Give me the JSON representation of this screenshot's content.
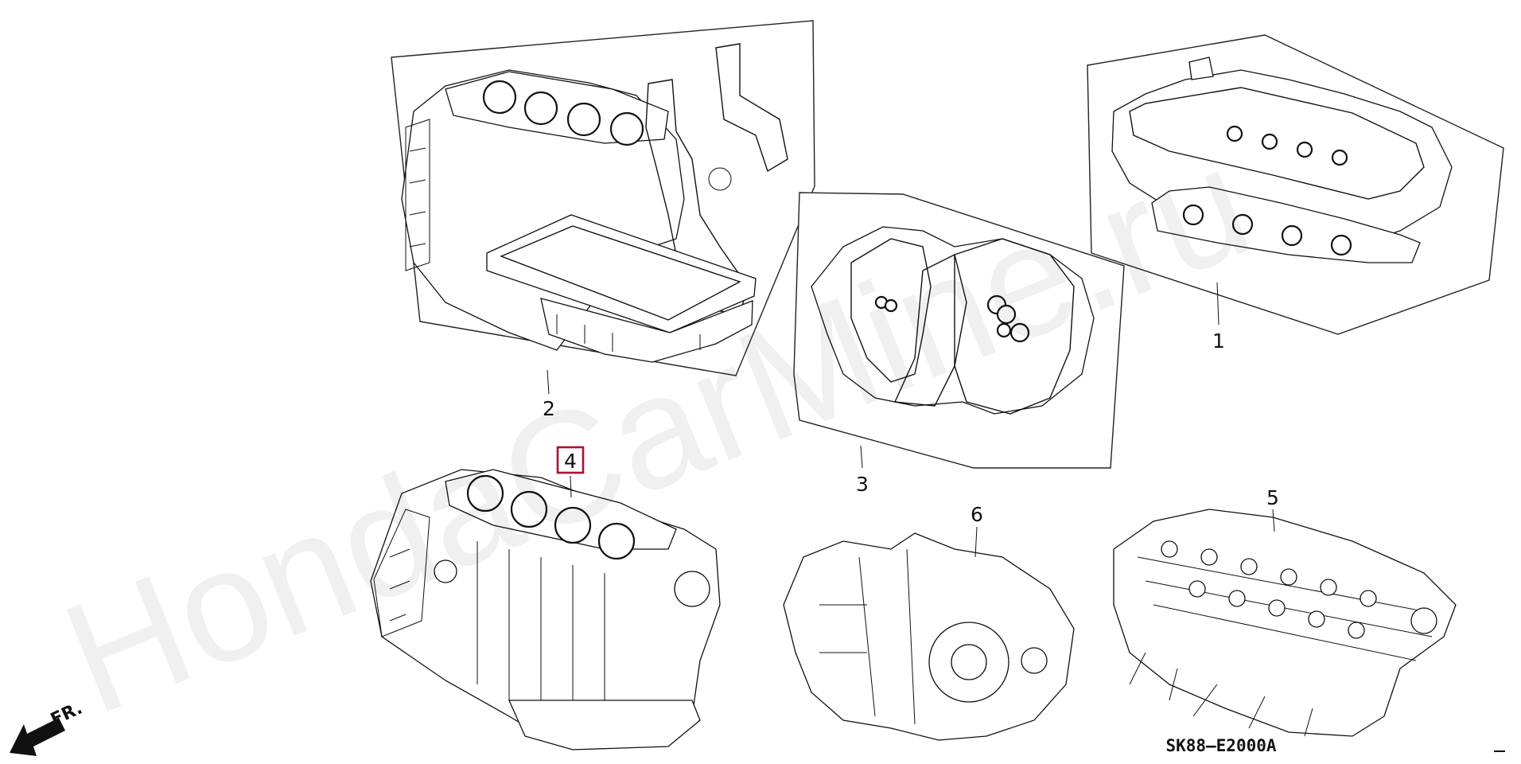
{
  "diagram": {
    "reference_code": "SK88–E2000A",
    "direction_label": "FR.",
    "watermark": "HondaCarMine.ru",
    "highlight_color": "#b01030",
    "callouts": [
      {
        "id": "1",
        "label": "1",
        "highlighted": false
      },
      {
        "id": "2",
        "label": "2",
        "highlighted": false
      },
      {
        "id": "3",
        "label": "3",
        "highlighted": false
      },
      {
        "id": "4",
        "label": "4",
        "highlighted": true
      },
      {
        "id": "5",
        "label": "5",
        "highlighted": false
      },
      {
        "id": "6",
        "label": "6",
        "highlighted": false
      }
    ]
  }
}
